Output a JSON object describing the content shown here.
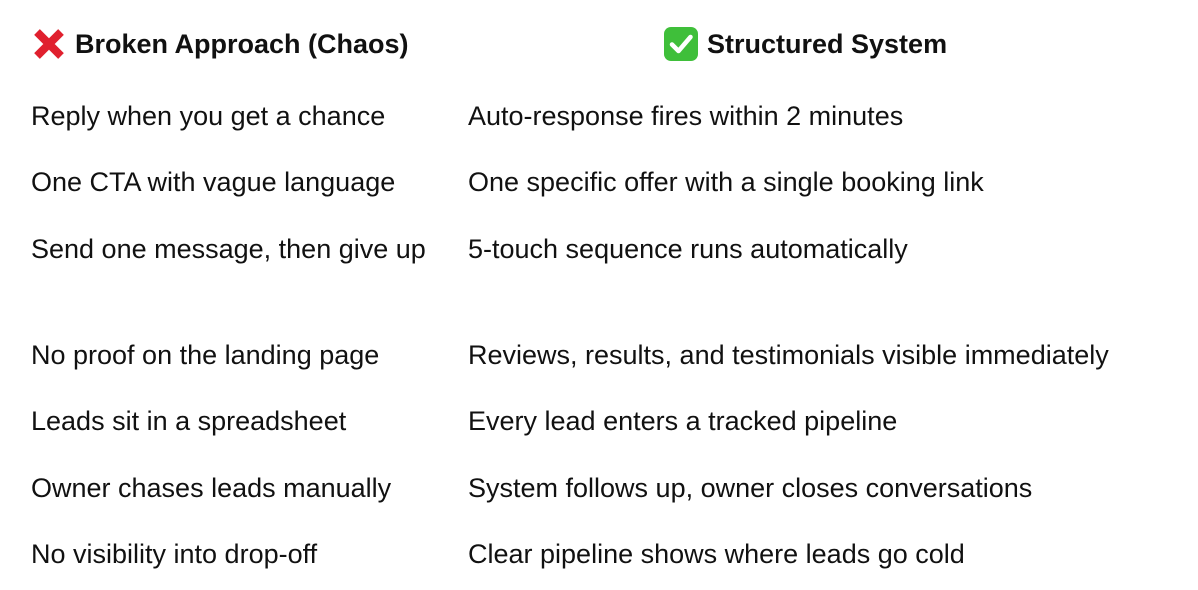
{
  "headers": {
    "left": {
      "icon": "red-x-icon",
      "label": "Broken Approach (Chaos)"
    },
    "right": {
      "icon": "green-check-icon",
      "label": "Structured System"
    }
  },
  "rows": [
    {
      "broken": "Reply when you get a chance",
      "structured": "Auto-response fires within 2 minutes"
    },
    {
      "broken": "One CTA with vague language",
      "structured": "One specific offer with a single booking link"
    },
    {
      "broken": "Send one message, then give up",
      "structured": "5-touch sequence runs automatically"
    },
    {
      "broken": "No proof on the landing page",
      "structured": "Reviews, results, and testimonials visible immediately"
    },
    {
      "broken": "Leads sit in a spreadsheet",
      "structured": "Every lead enters a tracked pipeline"
    },
    {
      "broken": "Owner chases leads manually",
      "structured": "System follows up, owner closes conversations"
    },
    {
      "broken": "No visibility into drop-off",
      "structured": "Clear pipeline shows where leads go cold"
    }
  ],
  "colors": {
    "red_x": "#e0202e",
    "green_check": "#3fbf3a",
    "text": "#111111"
  }
}
